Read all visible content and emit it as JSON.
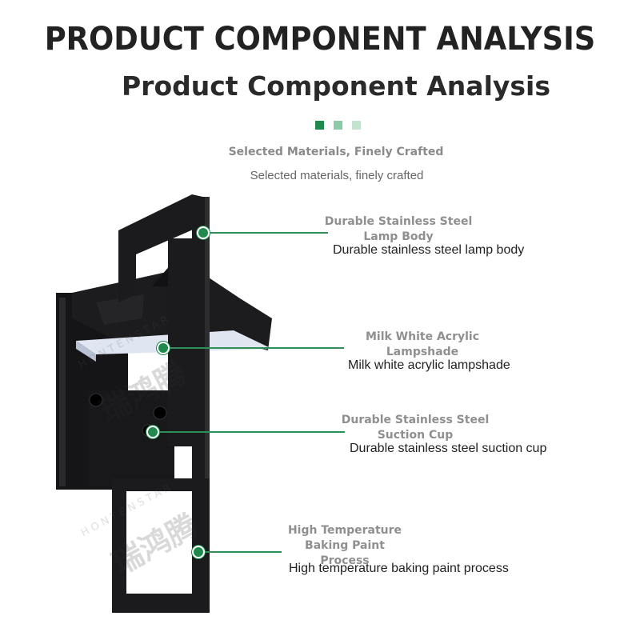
{
  "header": {
    "title": "PRODUCT COMPONENT ANALYSIS",
    "subtitle": "Product Component Analysis"
  },
  "accent_dots": [
    "#1f8a4c",
    "#8ccaa5",
    "#c4e3cf"
  ],
  "tagline": {
    "bold": "Selected Materials, Finely Crafted",
    "light": "Selected materials, finely crafted"
  },
  "callouts": [
    {
      "title_line1": "Durable Stainless Steel",
      "title_line2": "Lamp Body",
      "description": "Durable stainless steel lamp body"
    },
    {
      "title_line1": "Milk White Acrylic",
      "title_line2": "Lampshade",
      "description": "Milk white acrylic lampshade"
    },
    {
      "title_line1": "Durable Stainless Steel",
      "title_line2": "Suction Cup",
      "description": "Durable stainless steel suction cup"
    },
    {
      "title_line1": "High Temperature",
      "title_line2": "Baking Paint",
      "title_line3": "Process",
      "description": "High temperature baking paint process"
    }
  ],
  "watermark": {
    "latin": "HONTENSTAR",
    "cjk": "瑞鸿腾"
  },
  "colors": {
    "accent": "#1f8a4c",
    "lamp_body": "#1b1b1d",
    "shade": "#dfe6f2"
  }
}
